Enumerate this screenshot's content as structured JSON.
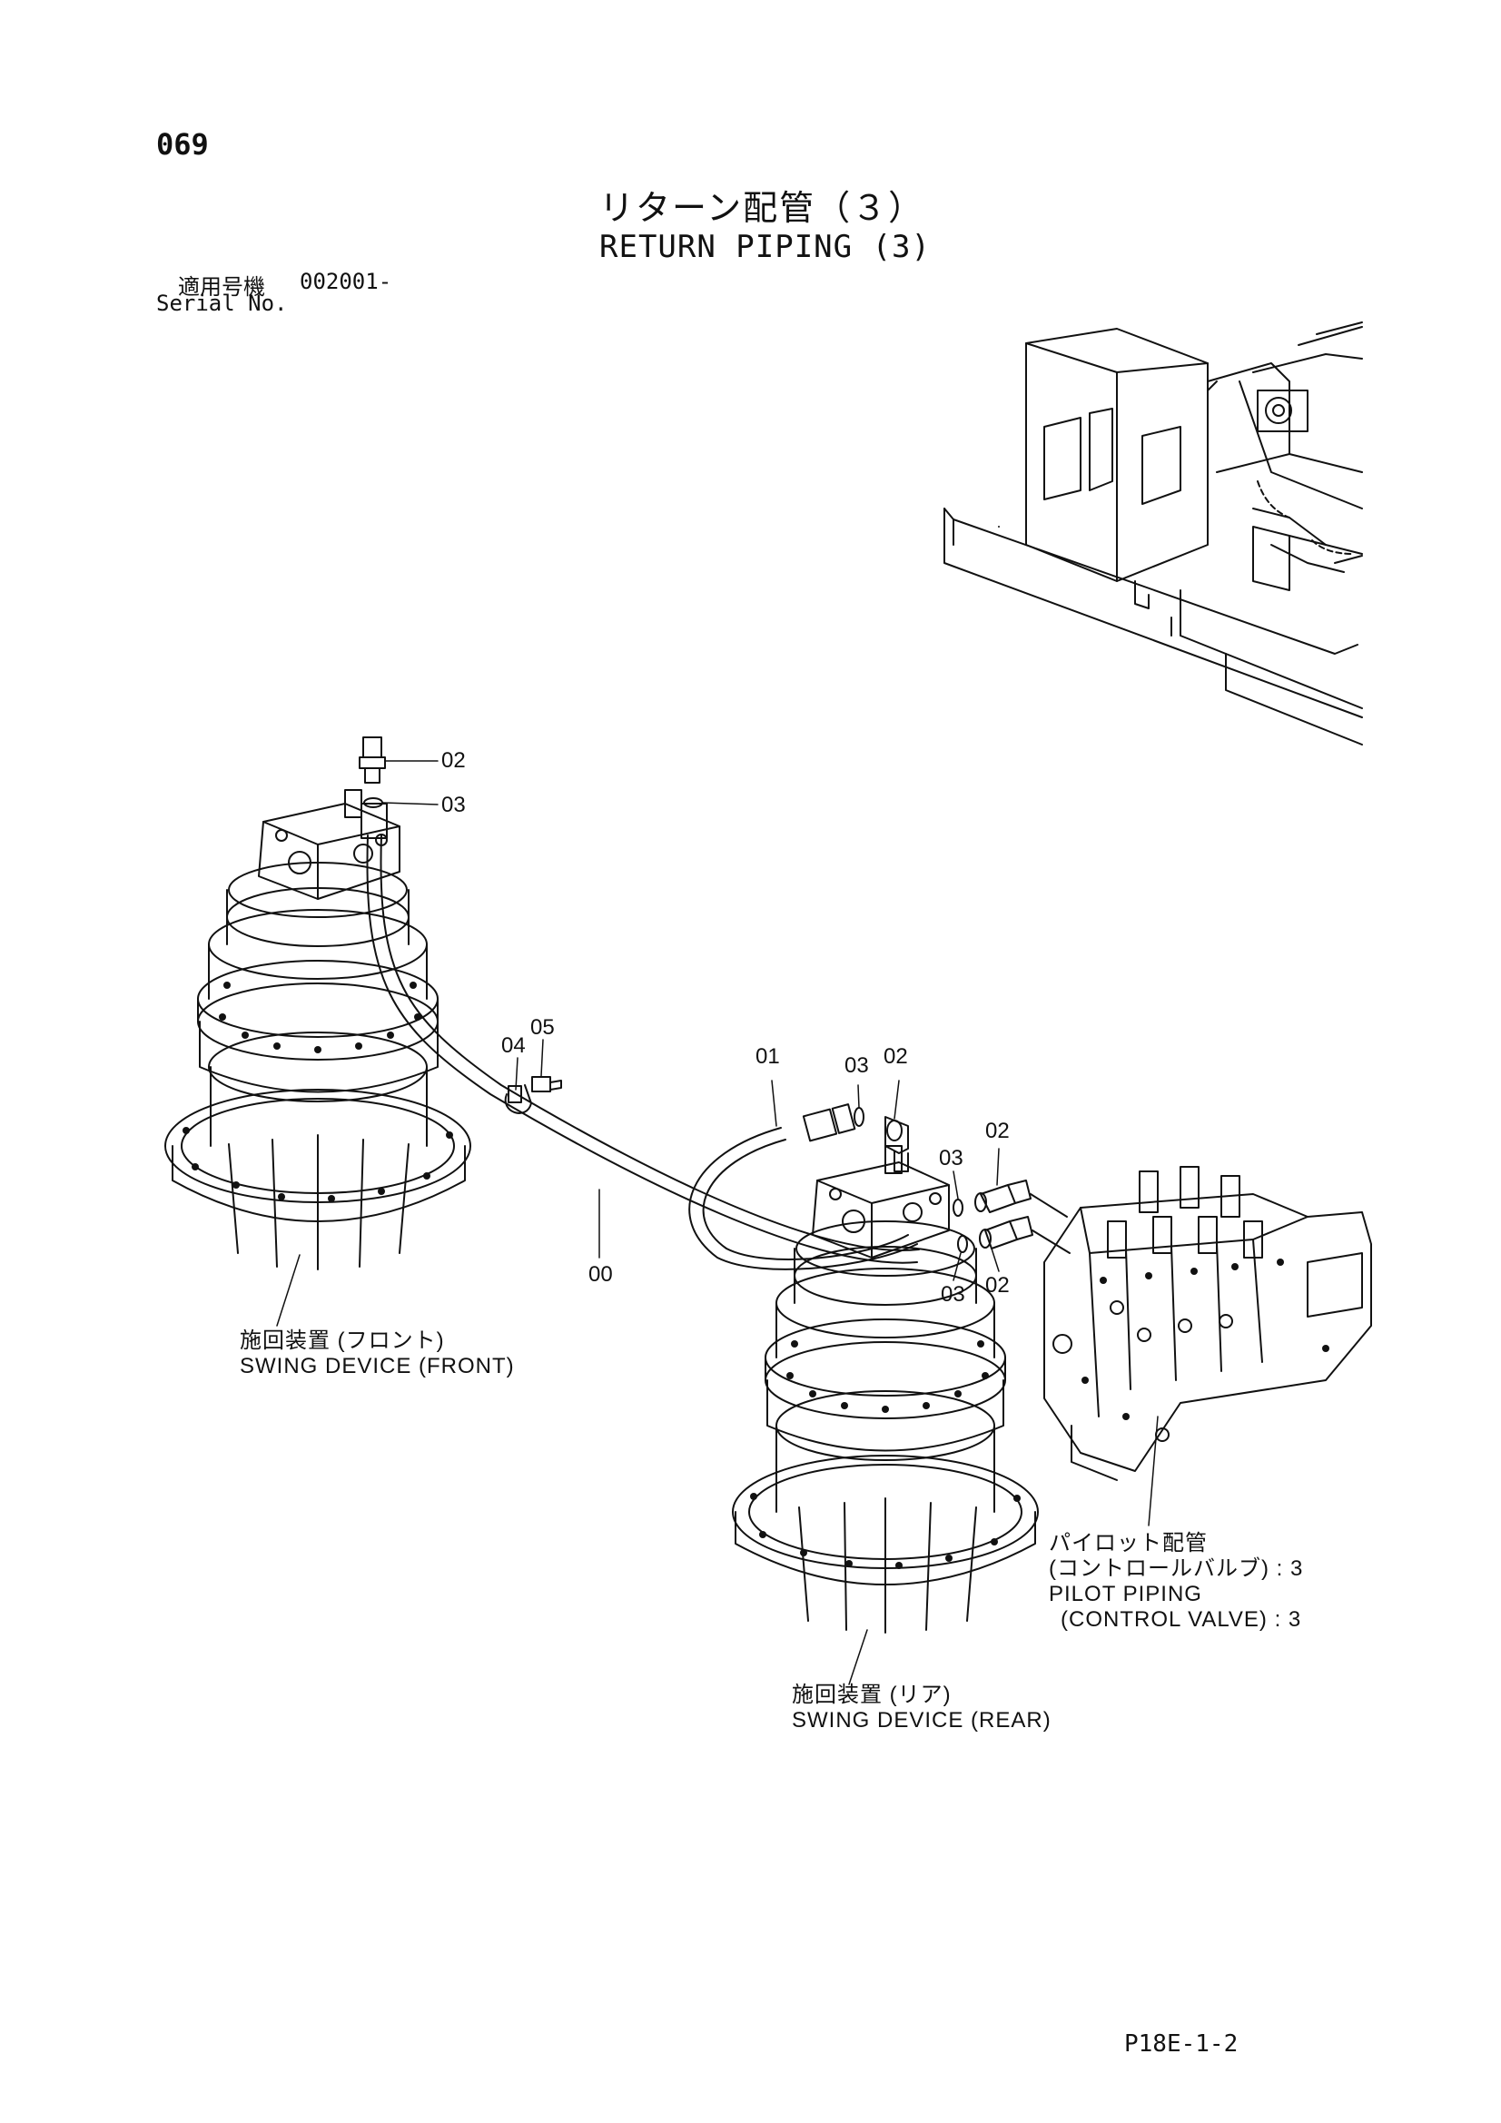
{
  "page_number": "069",
  "title": {
    "jp": "リターン配管（３）",
    "en": "RETURN PIPING (3)"
  },
  "serial": {
    "label_jp": "適用号機",
    "number": "002001-",
    "label_en": "Serial No."
  },
  "callouts": {
    "c00": "00",
    "c01": "01",
    "c02_top": "02",
    "c03_top": "03",
    "c04": "04",
    "c05": "05",
    "c03_mid": "03",
    "c02_mid": "02",
    "c02_right": "02",
    "c03_right": "03",
    "c02_lower": "02",
    "c03_lower": "03"
  },
  "labels": {
    "swing_front_jp": "施回装置 (フロント)",
    "swing_front_en": "SWING DEVICE (FRONT)",
    "swing_rear_jp": "施回装置 (リア)",
    "swing_rear_en": "SWING DEVICE (REAR)",
    "pilot_jp_1": "パイロット配管",
    "pilot_jp_2": "(コントロールバルブ) : 3",
    "pilot_en_1": "PILOT PIPING",
    "pilot_en_2": "(CONTROL VALVE) : 3"
  },
  "doc_code": "P18E-1-2"
}
